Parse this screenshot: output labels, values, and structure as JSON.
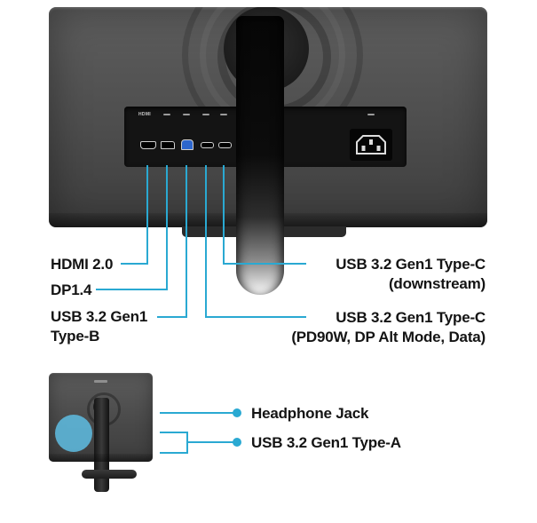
{
  "colors": {
    "accent": "#2aa9d2",
    "label_text": "#141414"
  },
  "top_diagram": {
    "port_markings": {
      "hdmi": "HDMI"
    },
    "callouts": {
      "hdmi": {
        "label": "HDMI 2.0"
      },
      "dp": {
        "label": "DP1.4"
      },
      "usb_b": {
        "line1": "USB 3.2 Gen1",
        "line2": "Type-B"
      },
      "usb_c_downstream": {
        "line1": "USB 3.2 Gen1 Type-C",
        "line2": "(downstream)"
      },
      "usb_c_pd": {
        "line1": "USB 3.2 Gen1 Type-C",
        "line2": "(PD90W, DP Alt Mode, Data)"
      }
    }
  },
  "bottom_diagram": {
    "callouts": {
      "headphone": {
        "label": "Headphone Jack"
      },
      "usb_a": {
        "label": "USB 3.2 Gen1 Type-A"
      }
    }
  }
}
